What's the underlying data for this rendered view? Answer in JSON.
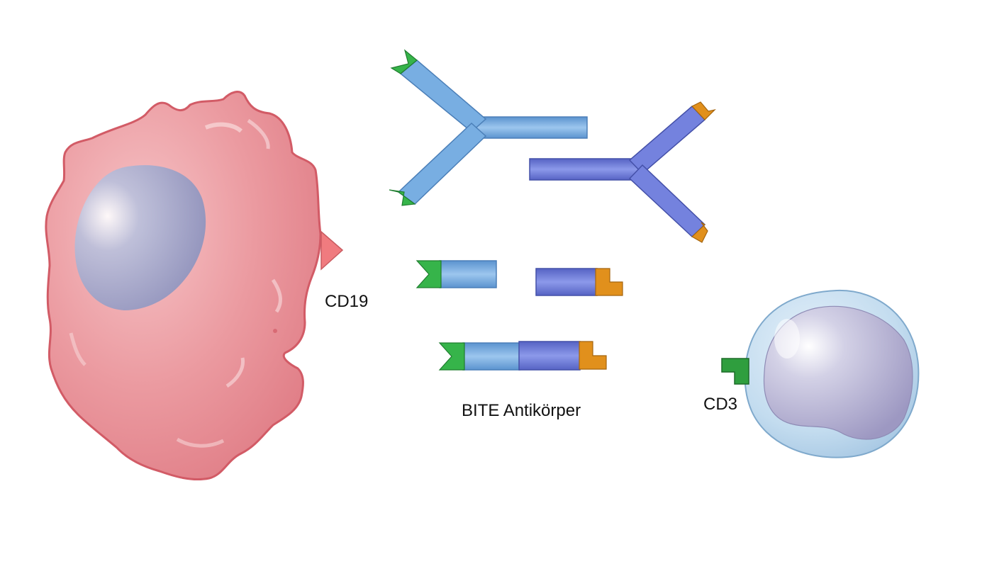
{
  "labels": {
    "cd19": "CD19",
    "bite": "BITE Antikörper",
    "cd3": "CD3"
  },
  "colors": {
    "b_cell": "#e8848c",
    "b_cell_outline": "#d25b66",
    "b_nucleus": "#8f9bc4",
    "t_cell": "#bcd8ee",
    "t_nucleus": "#b3b0d4",
    "anti_cd19_chain": "#6fa6dc",
    "anti_cd3_chain": "#6a78d6",
    "cd19_binding": "#36b44a",
    "cd3_binding": "#e1901c",
    "cd19_antigen": "#f07b7f",
    "cd3_antigen": "#2f9e3e"
  }
}
